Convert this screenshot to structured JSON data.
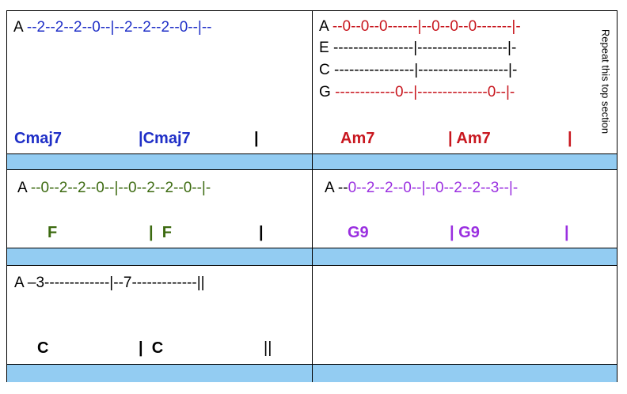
{
  "row1": {
    "left": {
      "tab_prefix": "A ",
      "tab_line": "--2--2--2--0--|--2--2--2--0--|--",
      "chord_1": "Cmaj7",
      "chord_2": "|Cmaj7",
      "bar_end": "|"
    },
    "right": {
      "strings": [
        {
          "name": "A ",
          "line": "--0--0--0------|--0--0--0-------|-"
        },
        {
          "name": "E ",
          "line": "----------------|------------------|-"
        },
        {
          "name": "C ",
          "line": "----------------|------------------|-"
        },
        {
          "name": "G ",
          "line": "------------0--|--------------0--|-"
        }
      ],
      "chord_1": "Am7",
      "chord_2": "| Am7",
      "bar_end": "|",
      "side_note": "Repeat this top section"
    }
  },
  "row2": {
    "left": {
      "tab_prefix": "A ",
      "tab_line": "--0--2--2--0--|--0--2--2--0--|-",
      "chord_1": "F",
      "chord_2": "|  F",
      "bar_end": "|"
    },
    "right": {
      "tab_prefix": "A --",
      "tab_line": "0--2--2--0--|--0--2--2--3--|-",
      "chord_1": "G9",
      "chord_2": "| G9",
      "bar_end": "|"
    }
  },
  "row3": {
    "left": {
      "tab_prefix": "A –",
      "tab_line": "3-------------|--7-------------||",
      "chord_1": "C",
      "chord_2": "|  C",
      "bar_end": "||"
    }
  },
  "colors": {
    "band": "#93ccf2",
    "blue": "#1f2fc7",
    "red": "#c8171f",
    "green": "#3c6a10",
    "purple": "#9a2fe0"
  }
}
